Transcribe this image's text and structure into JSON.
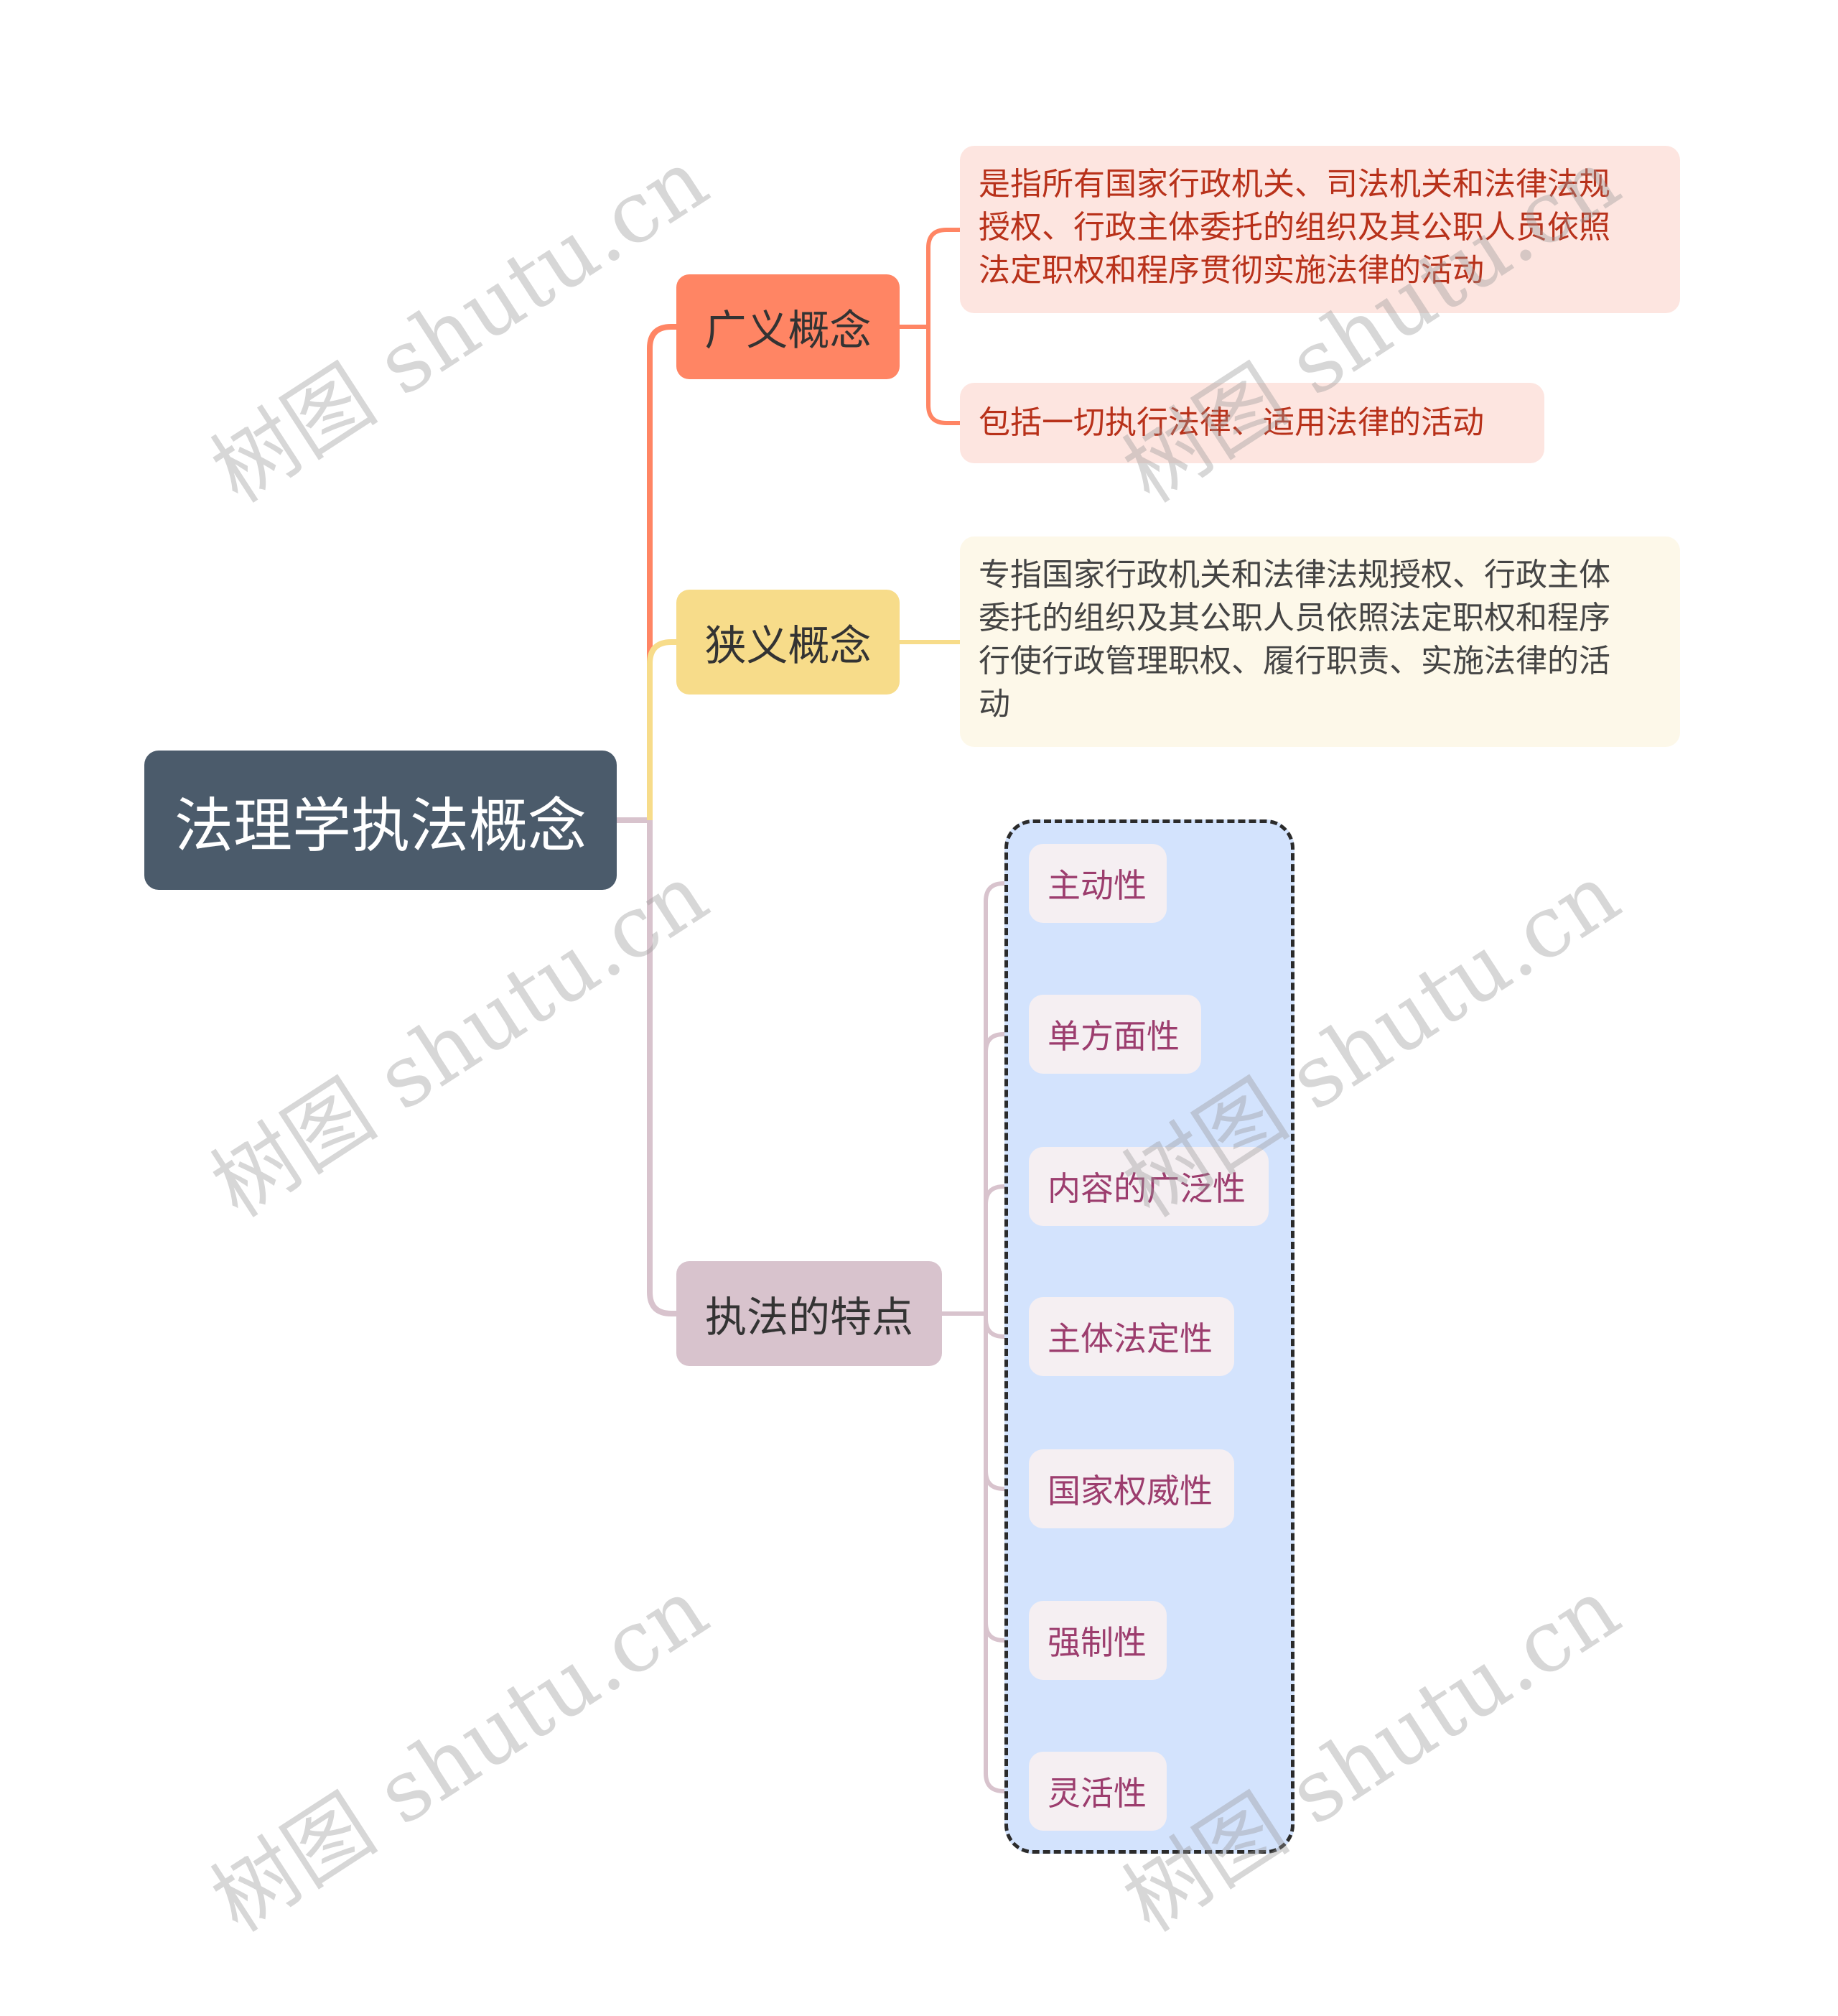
{
  "root": {
    "label": "法理学执法概念"
  },
  "branches": [
    {
      "label": "广义概念",
      "color": "#ff8564",
      "children": [
        {
          "text": "是指所有国家行政机关、司法机关和法律法规授权、行政主体委托的组织及其公职人员依照法定职权和程序贯彻实施法律的活动",
          "lines": [
            "是指所有国家行政机关、司法机关和法律法规",
            "授权、行政主体委托的组织及其公职人员依照",
            "法定职权和程序贯彻实施法律的活动"
          ]
        },
        {
          "text": "包括一切执行法律、适用法律的活动",
          "lines": [
            "包括一切执行法律、适用法律的活动"
          ]
        }
      ]
    },
    {
      "label": "狭义概念",
      "color": "#f7dc8a",
      "children": [
        {
          "text": "专指国家行政机关和法律法规授权、行政主体委托的组织及其公职人员依照法定职权和程序行使行政管理职权、履行职责、实施法律的活动",
          "lines": [
            "专指国家行政机关和法律法规授权、行政主体",
            "委托的组织及其公职人员依照法定职权和程序",
            "行使行政管理职权、履行职责、实施法律的活",
            "动"
          ]
        }
      ]
    },
    {
      "label": "执法的特点",
      "color": "#d8c3cd",
      "children": [
        {
          "text": "主动性"
        },
        {
          "text": "单方面性"
        },
        {
          "text": "内容的广泛性"
        },
        {
          "text": "主体法定性"
        },
        {
          "text": "国家权威性"
        },
        {
          "text": "强制性"
        },
        {
          "text": "灵活性"
        }
      ]
    }
  ],
  "watermark": {
    "text": "树图 shutu.cn"
  },
  "colors": {
    "root_bg": "#4b5b6b",
    "broad_line": "#ff8564",
    "narrow_line": "#f7dc8a",
    "feature_line": "#d8c3cd",
    "group_bg": "#d3e3fd",
    "broad_text": "#b8311a",
    "feature_text": "#9c3d6e"
  }
}
